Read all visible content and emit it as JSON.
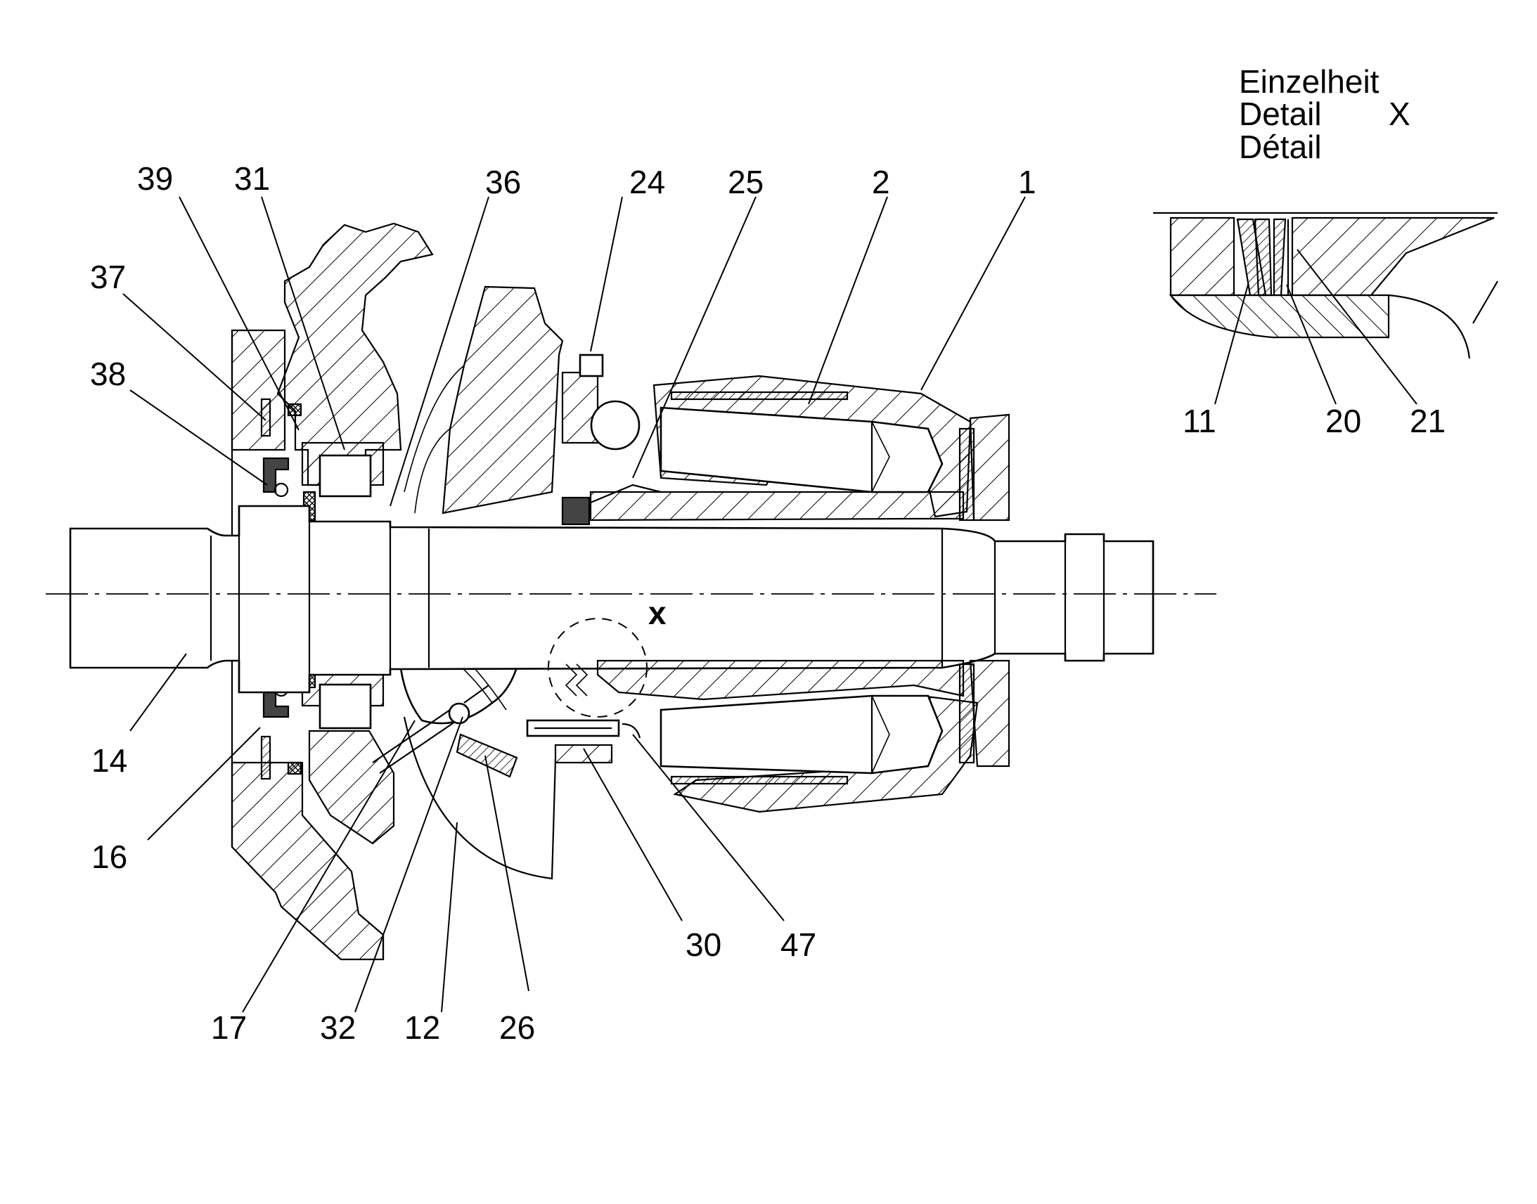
{
  "detail_heading": {
    "line1": "Einzelheit",
    "line2": "Detail",
    "line3": "Détail",
    "mark": "X"
  },
  "section_mark": "x",
  "labels": {
    "p39": "39",
    "p31": "31",
    "p36": "36",
    "p24": "24",
    "p25": "25",
    "p2": "2",
    "p1": "1",
    "p37": "37",
    "p38": "38",
    "p14": "14",
    "p16": "16",
    "p17": "17",
    "p32": "32",
    "p12": "12",
    "p26": "26",
    "p30": "30",
    "p47": "47",
    "p11": "11",
    "p20": "20",
    "p21": "21"
  }
}
